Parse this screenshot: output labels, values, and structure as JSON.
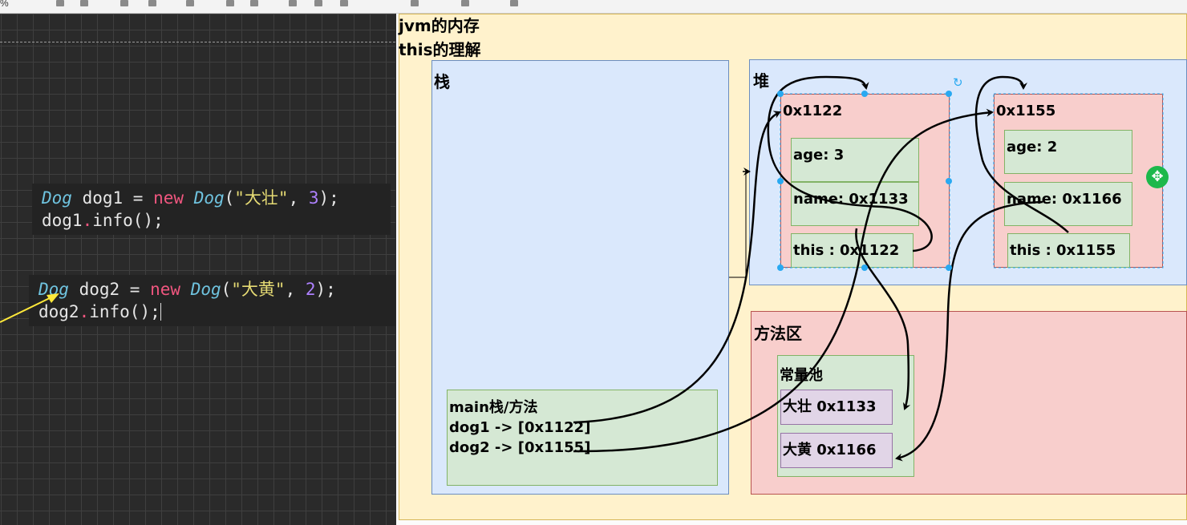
{
  "toolbar": {
    "zoom": "%"
  },
  "code": {
    "block1": {
      "line1": {
        "cls": "Dog",
        "var": " dog1 = ",
        "kw": "new",
        "cls2": "Dog",
        "open": "(",
        "str": "\"大壮\"",
        "comma": ", ",
        "num": "3",
        "close": ");"
      },
      "line2": {
        "obj": "dog1",
        "dot": ".",
        "call": "info();"
      }
    },
    "block2": {
      "line1": {
        "cls": "Dog",
        "var": " dog2 = ",
        "kw": "new",
        "cls2": "Dog",
        "open": "(",
        "str": "\"大黄\"",
        "comma": ", ",
        "num": "2",
        "close": ");"
      },
      "line2": {
        "obj": "dog2",
        "dot": ".",
        "call": "info();"
      }
    }
  },
  "diagram": {
    "title_line1": "jvm的内存",
    "title_line2": "this的理解",
    "stack_label": "栈",
    "heap_label": "堆",
    "method_area_label": "方法区",
    "pool_label": "常量池",
    "main_frame": {
      "title": "main栈/方法",
      "line1": "dog1 -> [0x1122]",
      "line2": "dog2 -> [0x1155]"
    },
    "obj1": {
      "addr": "0x1122",
      "age": "age: 3",
      "name": "name: 0x1133",
      "this": "this : 0x1122"
    },
    "obj2": {
      "addr": "0x1155",
      "age": "age: 2",
      "name": "name: 0x1166",
      "this": "this : 0x1155"
    },
    "pool_items": [
      "大壮 0x1133",
      "大黄 0x1166"
    ]
  },
  "colors": {
    "jvm_bg": "#fff2cc",
    "blue_region": "#dae8fc",
    "red_region": "#f8cecc",
    "green_field": "#d5e8d4",
    "purple_item": "#e1d5e7",
    "selection": "#29a9f1"
  }
}
